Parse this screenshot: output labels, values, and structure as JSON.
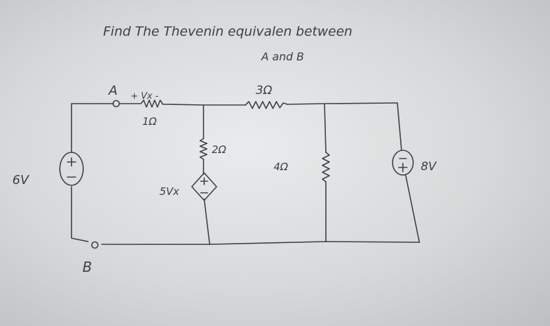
{
  "problem": {
    "line1": "Find The Thevenin equivalen between",
    "line2": "A and B"
  },
  "labels": {
    "node_a": "A",
    "node_b": "B",
    "vx": "+ Vx -",
    "r1": "1Ω",
    "r3": "3Ω",
    "r2": "2Ω",
    "r4": "4Ω",
    "src6": "6V",
    "src8": "8V",
    "dep": "5Vx"
  },
  "colors": {
    "ink": "#3c3f44",
    "paper": "#e4e6e7"
  }
}
